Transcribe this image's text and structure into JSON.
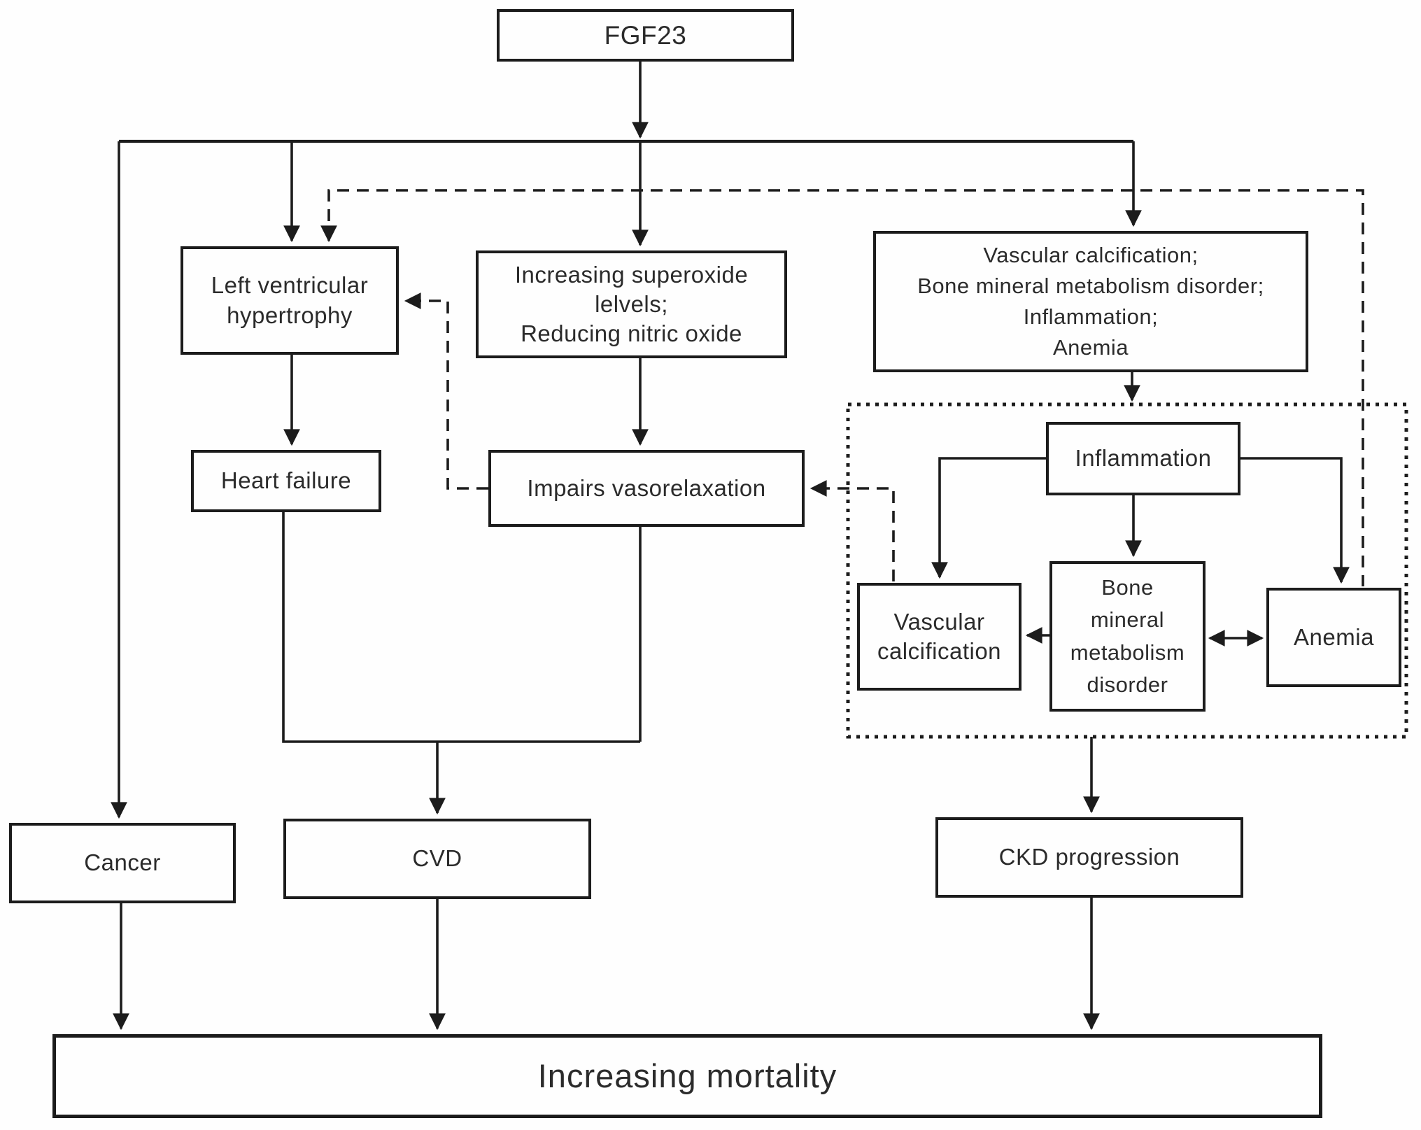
{
  "colors": {
    "line": "#1c1c1c",
    "text": "#2b2b2b",
    "background": "#fefefe"
  },
  "nodes": {
    "fgf23": {
      "label": "FGF23"
    },
    "lvh": {
      "label": "Left ventricular\nhypertrophy"
    },
    "superoxide": {
      "label": "Increasing superoxide lelvels;\nReducing nitric oxide"
    },
    "effects_list": {
      "label": "Vascular calcification;\nBone mineral metabolism disorder;\nInflammation;\nAnemia"
    },
    "heart_failure": {
      "label": "Heart failure"
    },
    "impairs": {
      "label": "Impairs vasorelaxation"
    },
    "inflammation": {
      "label": "Inflammation"
    },
    "vascular_calcification": {
      "label": "Vascular\ncalcification"
    },
    "bone_mineral": {
      "label": "Bone\nmineral\nmetabolism\ndisorder"
    },
    "anemia": {
      "label": "Anemia"
    },
    "cancer": {
      "label": "Cancer"
    },
    "cvd": {
      "label": "CVD"
    },
    "ckd": {
      "label": "CKD progression"
    },
    "mortality": {
      "label": "Increasing mortality"
    }
  },
  "edges": [
    {
      "from": "FGF23",
      "to": "branch line",
      "style": "solid"
    },
    {
      "from": "branch line",
      "to": "Cancer",
      "style": "solid"
    },
    {
      "from": "branch line",
      "to": "Left ventricular hypertrophy",
      "style": "solid"
    },
    {
      "from": "branch line",
      "to": "Increasing superoxide lelvels; Reducing nitric oxide",
      "style": "solid"
    },
    {
      "from": "branch line",
      "to": "Vascular calcification; Bone mineral metabolism disorder; Inflammation; Anemia",
      "style": "solid"
    },
    {
      "from": "FGF23 dashed branch",
      "to": "Left ventricular hypertrophy",
      "style": "dashed"
    },
    {
      "from": "FGF23 dashed branch",
      "to": "Anemia",
      "style": "dashed"
    },
    {
      "from": "Left ventricular hypertrophy",
      "to": "Heart failure",
      "style": "solid"
    },
    {
      "from": "Increasing superoxide lelvels; Reducing nitric oxide",
      "to": "Impairs vasorelaxation",
      "style": "solid"
    },
    {
      "from": "Impairs vasorelaxation",
      "to": "Left ventricular hypertrophy",
      "style": "dashed"
    },
    {
      "from": "Vascular calcification",
      "to": "Impairs vasorelaxation",
      "style": "dashed"
    },
    {
      "from": "Vascular calcification; Bone mineral metabolism disorder; Inflammation; Anemia",
      "to": "dotted group",
      "style": "solid"
    },
    {
      "from": "Inflammation",
      "to": "Vascular calcification",
      "style": "solid"
    },
    {
      "from": "Inflammation",
      "to": "Bone mineral metabolism disorder",
      "style": "solid"
    },
    {
      "from": "Inflammation",
      "to": "Anemia",
      "style": "solid"
    },
    {
      "from": "Bone mineral metabolism disorder",
      "to": "Vascular calcification",
      "style": "solid"
    },
    {
      "from": "Bone mineral metabolism disorder",
      "to": "Anemia",
      "style": "solid-bidirectional"
    },
    {
      "from": "Heart failure",
      "to": "CVD",
      "style": "solid"
    },
    {
      "from": "Impairs vasorelaxation",
      "to": "CVD",
      "style": "solid"
    },
    {
      "from": "dotted group",
      "to": "CKD progression",
      "style": "solid"
    },
    {
      "from": "Cancer",
      "to": "Increasing mortality",
      "style": "solid"
    },
    {
      "from": "CVD",
      "to": "Increasing mortality",
      "style": "solid"
    },
    {
      "from": "CKD progression",
      "to": "Increasing mortality",
      "style": "solid"
    }
  ]
}
